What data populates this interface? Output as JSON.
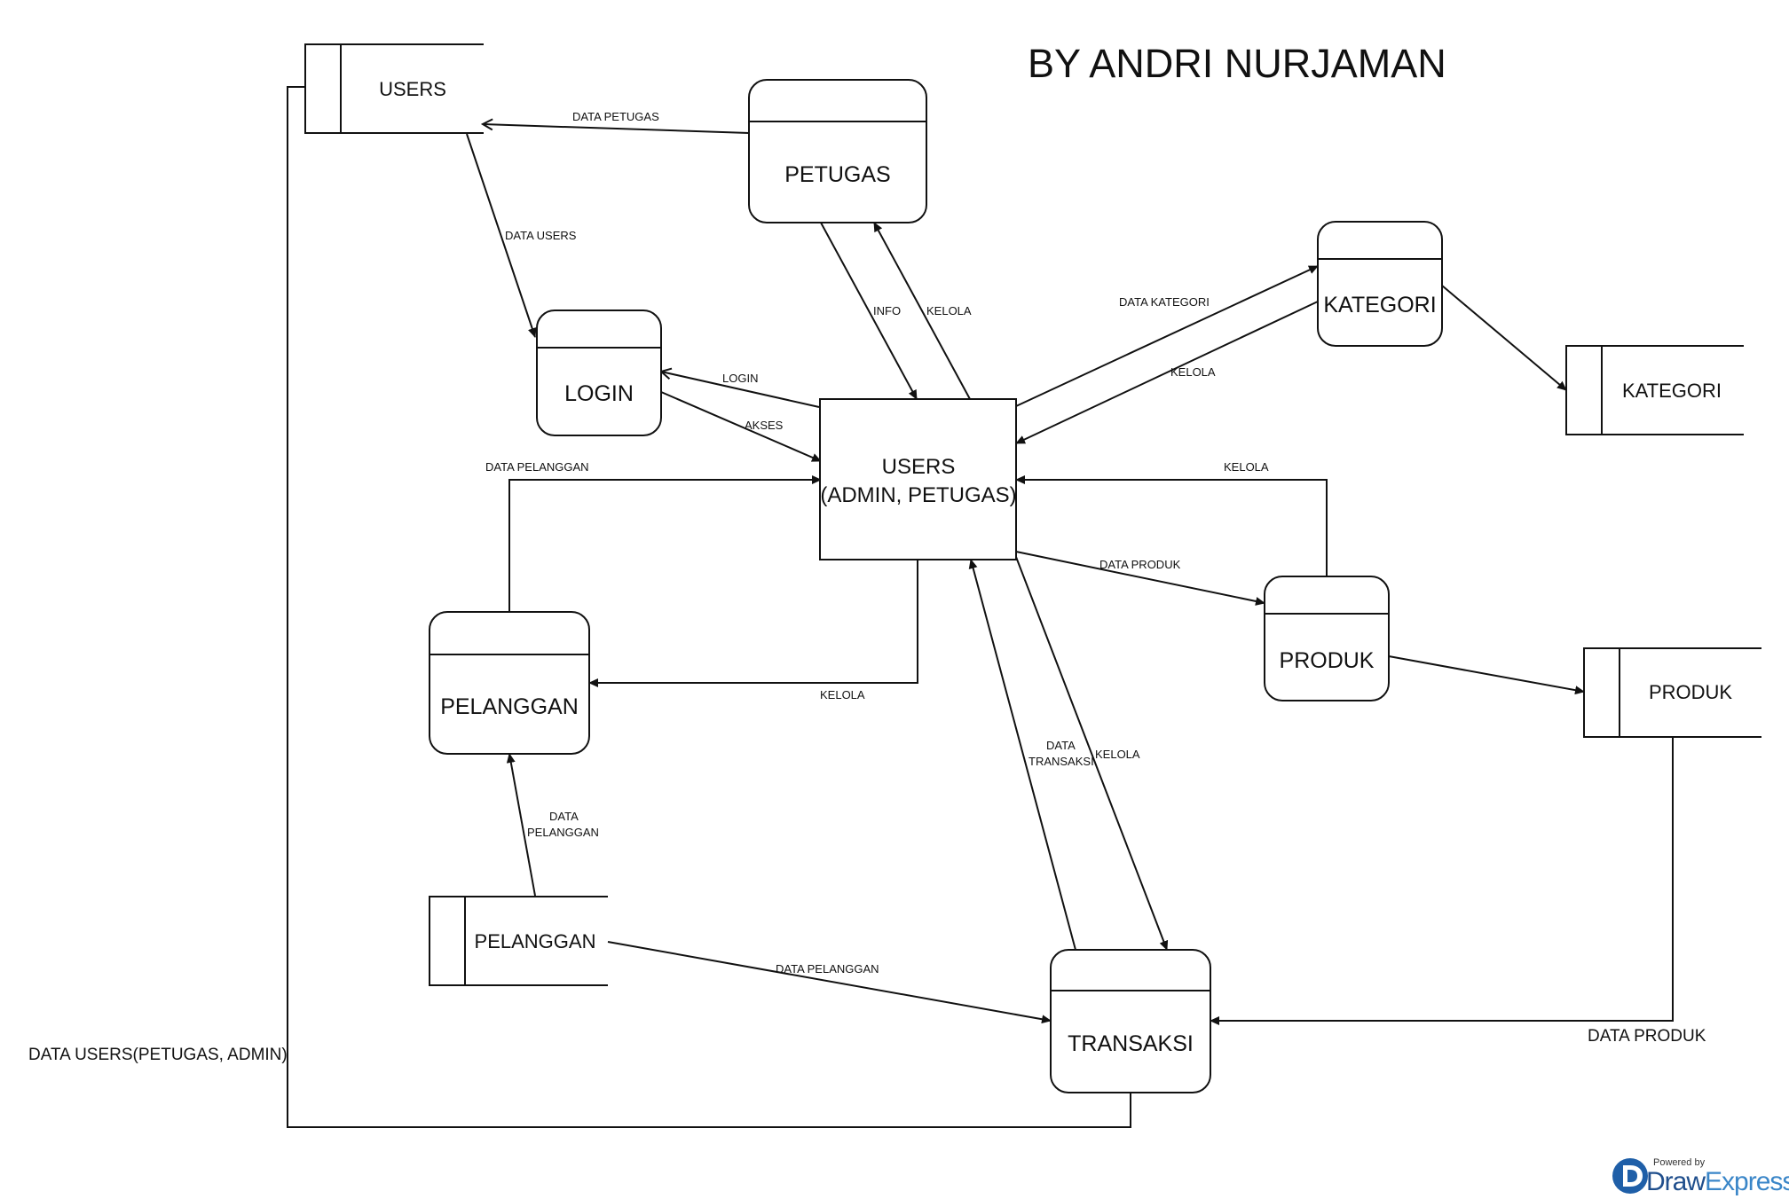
{
  "title": "BY ANDRI NURJAMAN",
  "processes": {
    "petugas": "PETUGAS",
    "login": "LOGIN",
    "kategori": "KATEGORI",
    "produk": "PRODUK",
    "pelanggan": "PELANGGAN",
    "transaksi": "TRANSAKSI"
  },
  "entity": {
    "line1": "USERS",
    "line2": "(ADMIN, PETUGAS)"
  },
  "stores": {
    "users": "USERS",
    "kategori": "KATEGORI",
    "produk": "PRODUK",
    "pelanggan": "PELANGGAN"
  },
  "flows": {
    "data_petugas": "DATA PETUGAS",
    "data_users": "DATA USERS",
    "info": "INFO",
    "kelola_petugas": "KELOLA",
    "login": "LOGIN",
    "akses": "AKSES",
    "data_kategori": "DATA KATEGORI",
    "kelola_kategori": "KELOLA",
    "data_pelanggan_top": "DATA PELANGGAN",
    "kelola_produk": "KELOLA",
    "data_produk_out": "DATA PRODUK",
    "kelola_pelanggan": "KELOLA",
    "data_transaksi_1": "DATA",
    "data_transaksi_2": "TRANSAKSI",
    "kelola_transaksi": "KELOLA",
    "data_pelanggan_store_1": "DATA",
    "data_pelanggan_store_2": "PELANGGAN",
    "data_pelanggan_trans": "DATA PELANGGAN",
    "data_produk_trans": "DATA PRODUK",
    "data_users_loop": "DATA USERS(PETUGAS, ADMIN)"
  },
  "brand": {
    "powered": "Powered by",
    "name_a": "Draw",
    "name_b": "Express"
  },
  "colors": {
    "line": "#111111",
    "brand_dark": "#1f4e8c",
    "brand_light": "#3a86c8"
  }
}
